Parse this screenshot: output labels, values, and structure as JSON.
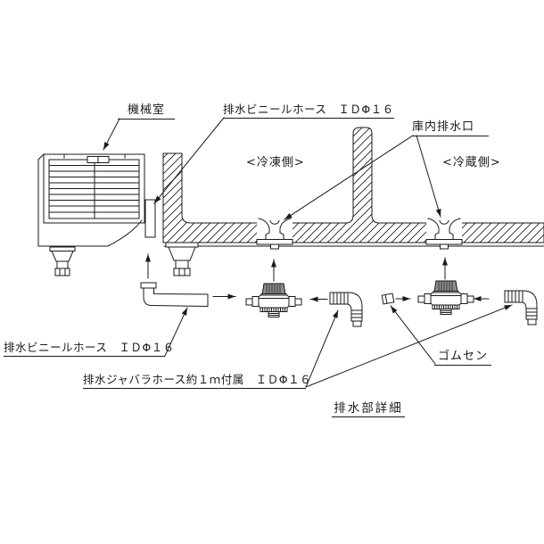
{
  "diagram": {
    "title": "排水部詳細",
    "labels": {
      "machine_room": "機械室",
      "vinyl_hose_top": "排水ビニールホース　ＩＤΦ１６",
      "cabinet_drain_port": "庫内排水口",
      "freezer_side": "<冷凍側>",
      "fridge_side": "<冷蔵側>",
      "vinyl_hose_bottom": "排水ビニールホース　ＩＤΦ１６",
      "bellows_hose": "排水ジャバラホース約１ｍ付属　ＩＤΦ１６",
      "rubber_plug": "ゴムセン"
    },
    "colors": {
      "line": "#1a1a1a",
      "background": "#ffffff",
      "collar_fill": "#8c8c8c"
    }
  }
}
